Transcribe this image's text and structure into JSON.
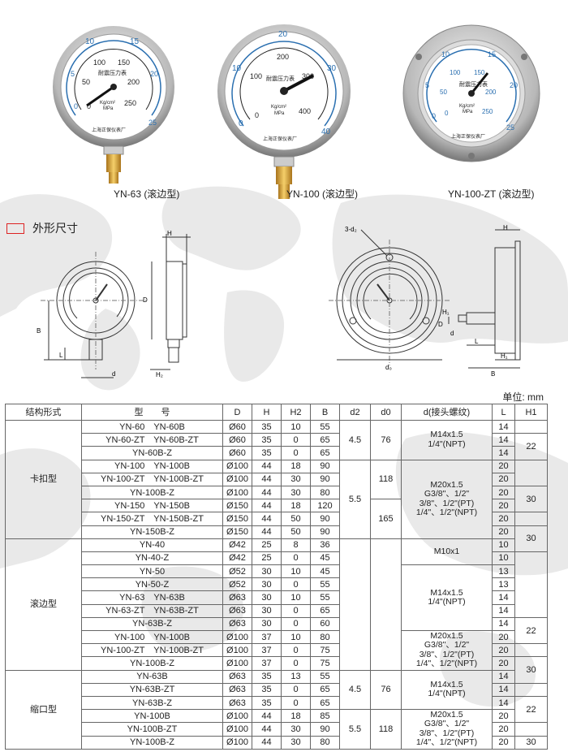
{
  "gauges": [
    {
      "caption": "YN-63 (滚边型)",
      "dial_title": "耐震压力表",
      "unit_line1": "Kg/cm²",
      "unit_line2": "MPa",
      "maker": "上海正保仪表厂",
      "inner_ticks": [
        "0",
        "50",
        "100",
        "150",
        "200",
        "250"
      ],
      "outer_ticks": [
        "0",
        "5",
        "10",
        "15",
        "20",
        "25"
      ]
    },
    {
      "caption": "YN-100 (滚边型)",
      "dial_title": "耐震压力表",
      "unit_line1": "Kg/cm²",
      "unit_line2": "MPa",
      "maker": "上海正保仪表厂",
      "inner_ticks": [
        "0",
        "100",
        "200",
        "300",
        "400"
      ],
      "outer_ticks": [
        "0",
        "10",
        "20",
        "30",
        "40"
      ]
    },
    {
      "caption": "YN-100-ZT (滚边型)",
      "dial_title": "耐震压力表",
      "unit_line1": "Kg/cm²",
      "unit_line2": "MPa",
      "maker": "上海正保仪表厂",
      "inner_ticks": [
        "0",
        "50",
        "100",
        "150",
        "200",
        "250"
      ],
      "outer_ticks": [
        "0",
        "5",
        "10",
        "15",
        "20",
        "25"
      ]
    }
  ],
  "section_title": "外形尺寸",
  "drawing_labels": {
    "H": "H",
    "D": "D",
    "B": "B",
    "L": "L",
    "d": "d",
    "H2": "H₂",
    "d2": "3-d₂",
    "d0": "d₀",
    "H1": "H₁"
  },
  "unit_label": "单位: mm",
  "table": {
    "headers": [
      "结构形式",
      "型　　号",
      "D",
      "H",
      "H2",
      "B",
      "d2",
      "d0",
      "d(接头螺纹)",
      "L",
      "H1"
    ],
    "groups": [
      {
        "name": "卡扣型",
        "rows": [
          [
            "YN-60　YN-60B",
            "Ø60",
            "35",
            "10",
            "55"
          ],
          [
            "YN-60-ZT　YN-60B-ZT",
            "Ø60",
            "35",
            "0",
            "65"
          ],
          [
            "YN-60B-Z",
            "Ø60",
            "35",
            "0",
            "65"
          ],
          [
            "YN-100　YN-100B",
            "Ø100",
            "44",
            "18",
            "90"
          ],
          [
            "YN-100-ZT　YN-100B-ZT",
            "Ø100",
            "44",
            "30",
            "90"
          ],
          [
            "YN-100B-Z",
            "Ø100",
            "44",
            "30",
            "80"
          ],
          [
            "YN-150　YN-150B",
            "Ø150",
            "44",
            "18",
            "120"
          ],
          [
            "YN-150-ZT　YN-150B-ZT",
            "Ø150",
            "44",
            "50",
            "90"
          ],
          [
            "YN-150B-Z",
            "Ø150",
            "44",
            "50",
            "90"
          ]
        ],
        "L": [
          "14",
          "14",
          "14",
          "20",
          "20",
          "20",
          "20",
          "20",
          "20"
        ]
      },
      {
        "name": "滚边型",
        "rows": [
          [
            "YN-40",
            "Ø42",
            "25",
            "8",
            "36"
          ],
          [
            "YN-40-Z",
            "Ø42",
            "25",
            "0",
            "45"
          ],
          [
            "YN-50",
            "Ø52",
            "30",
            "10",
            "45"
          ],
          [
            "YN-50-Z",
            "Ø52",
            "30",
            "0",
            "55"
          ],
          [
            "YN-63　YN-63B",
            "Ø63",
            "30",
            "10",
            "55"
          ],
          [
            "YN-63-ZT　YN-63B-ZT",
            "Ø63",
            "30",
            "0",
            "65"
          ],
          [
            "YN-63B-Z",
            "Ø63",
            "30",
            "0",
            "60"
          ],
          [
            "YN-100　YN-100B",
            "Ø100",
            "37",
            "10",
            "80"
          ],
          [
            "YN-100-ZT　YN-100B-ZT",
            "Ø100",
            "37",
            "0",
            "75"
          ],
          [
            "YN-100B-Z",
            "Ø100",
            "37",
            "0",
            "75"
          ]
        ],
        "L": [
          "10",
          "10",
          "13",
          "13",
          "14",
          "14",
          "14",
          "20",
          "20",
          "20"
        ]
      },
      {
        "name": "缩口型",
        "rows": [
          [
            "YN-63B",
            "Ø63",
            "35",
            "13",
            "55"
          ],
          [
            "YN-63B-ZT",
            "Ø63",
            "35",
            "0",
            "65"
          ],
          [
            "YN-63B-Z",
            "Ø63",
            "35",
            "0",
            "65"
          ],
          [
            "YN-100B",
            "Ø100",
            "44",
            "18",
            "85"
          ],
          [
            "YN-100B-ZT",
            "Ø100",
            "44",
            "30",
            "90"
          ],
          [
            "YN-100B-Z",
            "Ø100",
            "44",
            "30",
            "80"
          ]
        ],
        "L": [
          "14",
          "14",
          "14",
          "20",
          "20",
          "20"
        ]
      }
    ],
    "spans": {
      "d2": [
        [
          "4.5",
          3
        ],
        [
          "5.5",
          6
        ],
        [
          "",
          10
        ],
        [
          "4.5",
          3
        ],
        [
          "5.5",
          3
        ]
      ],
      "d0": [
        [
          "76",
          3
        ],
        [
          "118",
          3
        ],
        [
          "165",
          3
        ],
        [
          "",
          10
        ],
        [
          "76",
          3
        ],
        [
          "118",
          3
        ]
      ]
    }
  },
  "threads": {
    "t1": [
      "M14x1.5",
      "1/4\"(NPT)"
    ],
    "t2": [
      "M20x1.5",
      "G3/8\"、1/2\"",
      "3/8\"、1/2\"(PT)",
      "1/4\"、1/2\"(NPT)"
    ],
    "t3": "M10x1",
    "t4": [
      "M14x1.5",
      "1/4\"(NPT)"
    ],
    "t5": [
      "M20x1.5",
      "G3/8\"、1/2\"",
      "3/8\"、1/2\"(PT)",
      "1/4\"、1/2\"(NPT)"
    ],
    "t6": [
      "M14x1.5",
      "1/4\"(NPT)"
    ],
    "t7": [
      "M20x1.5",
      "G3/8\"、1/2\"",
      "3/8\"、1/2\"(PT)",
      "1/4\"、1/2\"(NPT)"
    ]
  },
  "h1": {
    "kakou": [
      [
        "",
        1
      ],
      [
        "22",
        2
      ],
      [
        "",
        2
      ],
      [
        "30",
        2
      ],
      [
        "",
        1
      ],
      [
        "30",
        2
      ]
    ],
    "gunbian": [
      [
        "",
        5
      ],
      [
        "22",
        2
      ],
      [
        "",
        1
      ],
      [
        "30",
        2
      ]
    ],
    "suokou": [
      [
        "",
        1
      ],
      [
        "22",
        2
      ],
      [
        "",
        1
      ],
      [
        "30",
        2
      ]
    ]
  }
}
